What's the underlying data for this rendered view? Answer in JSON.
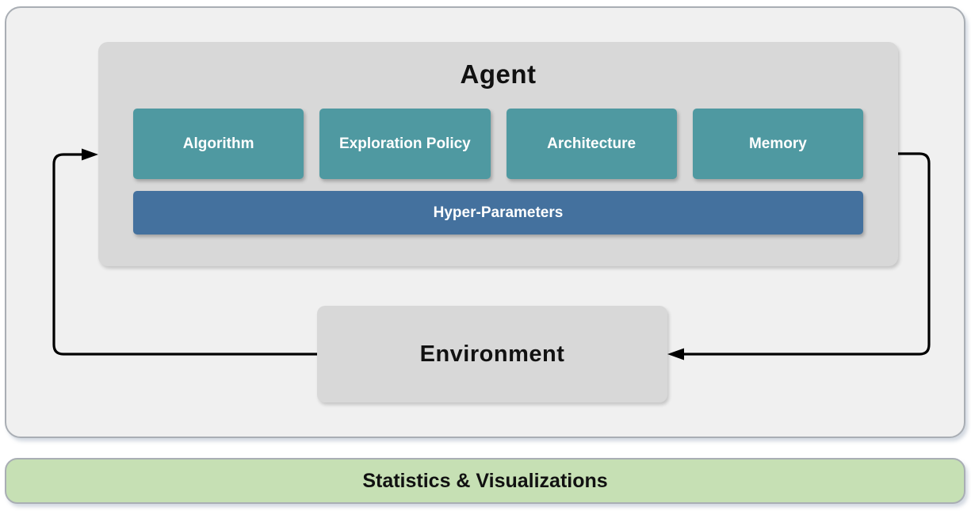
{
  "diagram": {
    "agent": {
      "title": "Agent",
      "components": [
        "Algorithm",
        "Exploration Policy",
        "Architecture",
        "Memory"
      ],
      "hyper_parameters_label": "Hyper-Parameters"
    },
    "environment": {
      "title": "Environment"
    },
    "footer": {
      "title": "Statistics & Visualizations"
    },
    "arrows": [
      {
        "name": "environment-to-agent",
        "direction": "from Environment left side, up and into Agent left edge"
      },
      {
        "name": "agent-to-environment",
        "direction": "from Agent right edge, down and into Environment right side"
      }
    ],
    "colors": {
      "component_teal": "#4f99a1",
      "hyper_parameters_blue": "#44719e",
      "agent_gray": "#d8d8d8",
      "environment_gray": "#d8d8d8",
      "outer_panel_gray": "#f0f0f0",
      "panel_border_gray": "#a9aeb4",
      "footer_green": "#c6e0b4",
      "arrow_black": "#000000",
      "label_white": "#ffffff",
      "label_black": "#111111"
    }
  }
}
